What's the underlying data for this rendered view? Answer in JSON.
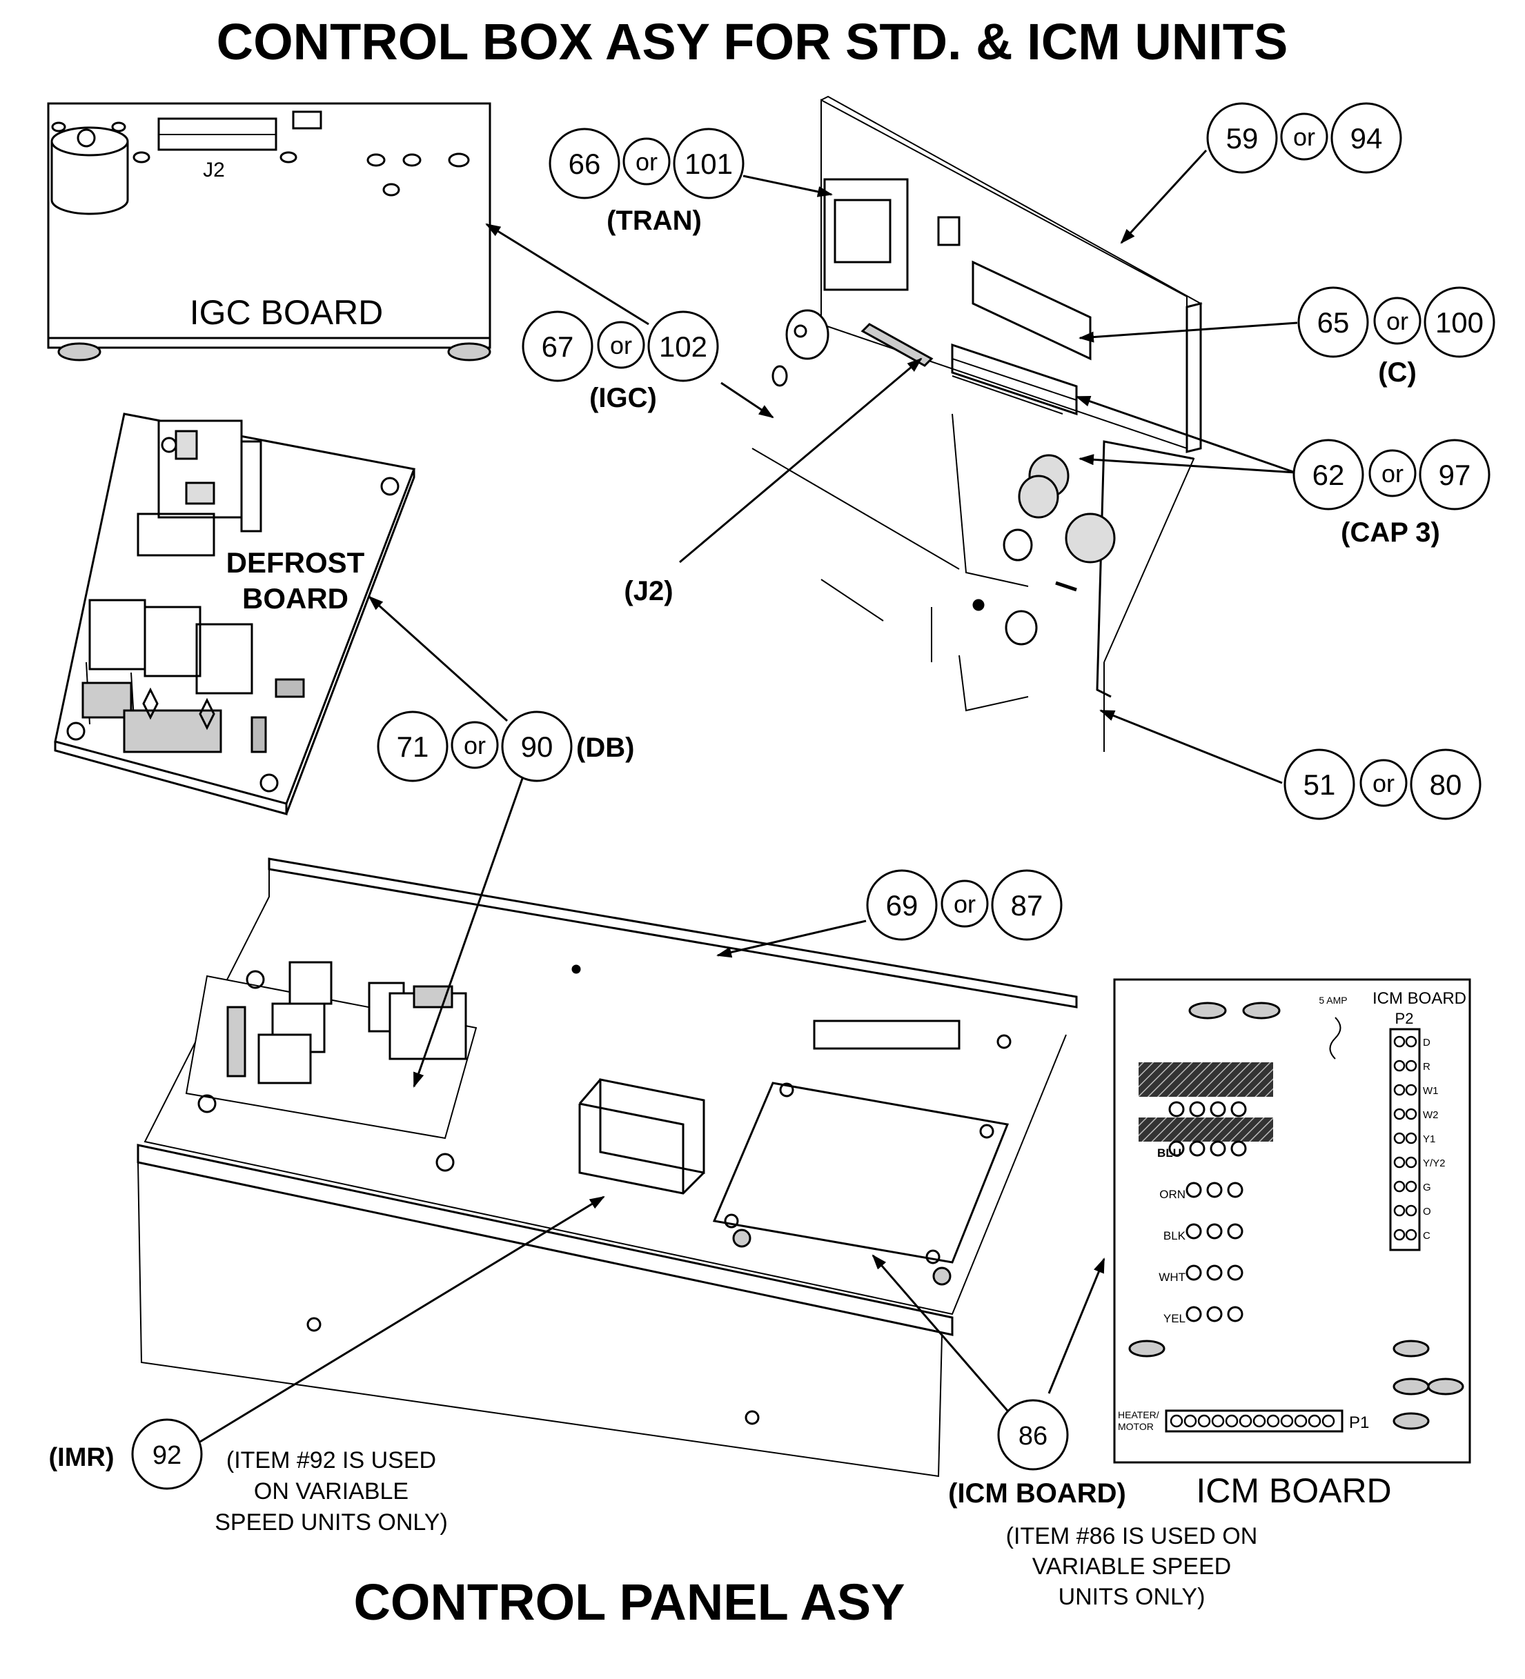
{
  "title": "CONTROL BOX ASY FOR STD. & ICM UNITS",
  "bottom_title": "CONTROL PANEL ASY",
  "boards": {
    "igc_label": "IGC BOARD",
    "igc_j2": "J2",
    "defrost_line1": "DEFROST",
    "defrost_line2": "BOARD",
    "icm_header": "ICM BOARD",
    "icm_caption": "ICM BOARD",
    "icm_amp": "5 AMP",
    "icm_p2": "P2",
    "icm_p1": "P1",
    "icm_heater1": "HEATER/",
    "icm_heater2": "MOTOR",
    "icm_terminals": [
      "D",
      "R",
      "W1",
      "W2",
      "Y1",
      "Y/Y2",
      "G",
      "O",
      "C"
    ],
    "icm_wires": [
      "BLU",
      "ORN",
      "BLK",
      "WHT",
      "YEL"
    ]
  },
  "or_word": "or",
  "callouts": {
    "c1": {
      "a": "66",
      "b": "101",
      "note": "(TRAN)"
    },
    "c2": {
      "a": "59",
      "b": "94"
    },
    "c3": {
      "a": "67",
      "b": "102",
      "note": "(IGC)"
    },
    "c4": {
      "a": "65",
      "b": "100",
      "note": "(C)"
    },
    "c5": {
      "a": "62",
      "b": "97",
      "note": "(CAP 3)"
    },
    "c6": {
      "note": "(J2)"
    },
    "c7": {
      "a": "71",
      "b": "90",
      "note": "(DB)"
    },
    "c8": {
      "a": "51",
      "b": "80"
    },
    "c9": {
      "a": "69",
      "b": "87"
    },
    "c10": {
      "a": "92",
      "note": "(IMR)",
      "desc1": "(ITEM #92 IS USED",
      "desc2": "ON VARIABLE",
      "desc3": "SPEED UNITS ONLY)"
    },
    "c11": {
      "a": "86",
      "note": "(ICM BOARD)",
      "desc1": "(ITEM #86 IS USED ON",
      "desc2": "VARIABLE SPEED",
      "desc3": "UNITS ONLY)"
    }
  }
}
